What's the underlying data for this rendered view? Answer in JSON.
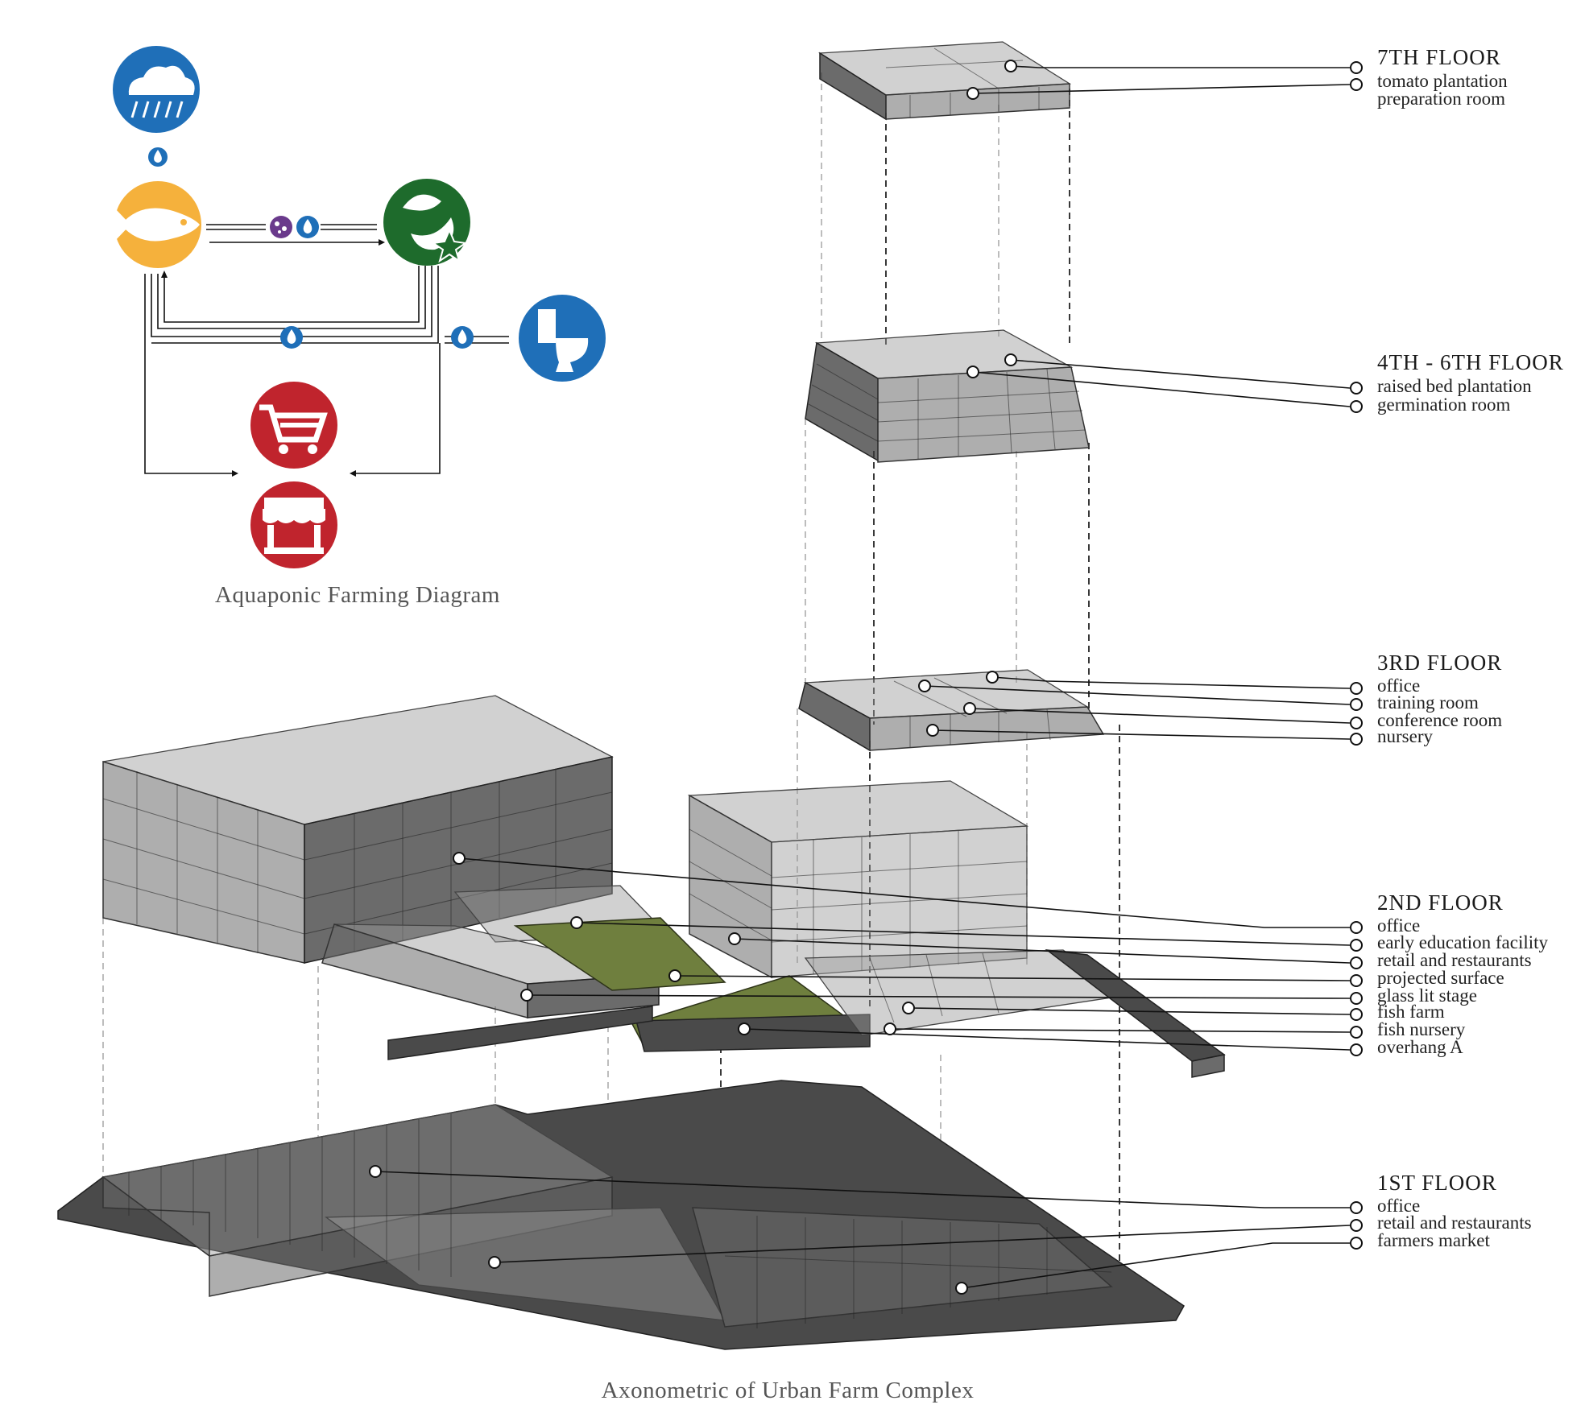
{
  "aquaponic": {
    "caption": "Aquaponic Farming Diagram",
    "colors": {
      "rain": "#1f6fb8",
      "fish": "#f5b13c",
      "plants": "#1e6b2c",
      "toilet": "#1f6fb8",
      "market": "#c0242d",
      "nutrient": "#6a3a8c"
    },
    "icons": [
      "rain-cloud-icon",
      "fish-icon",
      "plants-icon",
      "toilet-icon",
      "shopping-cart-icon",
      "market-stall-icon",
      "water-drop-icon",
      "nutrient-icon"
    ]
  },
  "axonometric": {
    "caption": "Axonometric of Urban Farm Complex"
  },
  "floors": [
    {
      "title": "7TH FLOOR",
      "items": [
        "tomato plantation",
        "preparation room"
      ]
    },
    {
      "title": "4TH  - 6TH FLOOR",
      "items": [
        "raised bed plantation",
        "germination room"
      ]
    },
    {
      "title": "3RD FLOOR",
      "items": [
        "office",
        "training room",
        "conference room",
        "nursery"
      ]
    },
    {
      "title": "2ND FLOOR",
      "items": [
        "office",
        "early education facility",
        "retail and restaurants",
        "projected surface",
        "glass lit stage",
        "fish farm",
        "fish nursery",
        "overhang A"
      ]
    },
    {
      "title": "1ST FLOOR",
      "items": [
        "office",
        "retail and restaurants",
        "farmers market"
      ]
    }
  ]
}
